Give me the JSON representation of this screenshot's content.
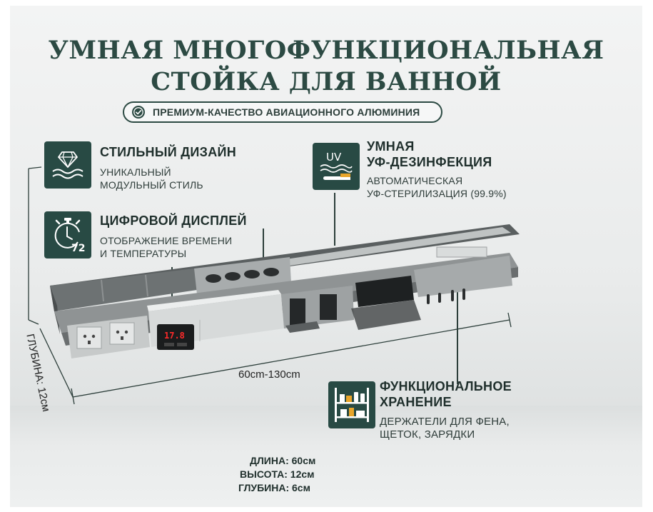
{
  "title": {
    "line1": "УМНАЯ МНОГОФУНКЦИОНАЛЬНАЯ",
    "line2": "СТОЙКА ДЛЯ ВАННОЙ"
  },
  "badge": {
    "icon": "check-badge-icon",
    "text": "ПРЕМИУМ-КАЧЕСТВО АВИАЦИОННОГО АЛЮМИНИЯ"
  },
  "features": {
    "design": {
      "icon": "diamond-waves-icon",
      "title": "СТИЛЬНЫЙ ДИЗАЙН",
      "line1": "УНИКАЛЬНЫЙ",
      "line2": "МОДУЛЬНЫЙ СТИЛЬ"
    },
    "display": {
      "icon": "stopwatch-icon",
      "icon_number": "72",
      "title": "ЦИФРОВОЙ ДИСПЛЕЙ",
      "line1": "ОТОБРАЖЕНИЕ ВРЕМЕНИ",
      "line2": "И ТЕМПЕРАТУРЫ"
    },
    "uv": {
      "icon": "uv-toothbrush-icon",
      "icon_label": "UV",
      "title1": "УМНАЯ",
      "title2": "УФ-ДЕЗИНФЕКЦИЯ",
      "line1": "АВТОМАТИЧЕСКАЯ",
      "line2": "УФ-СТЕРИЛИЗАЦИЯ (99.9%)"
    },
    "storage": {
      "icon": "shelf-bottles-icon",
      "title1": "ФУНКЦИОНАЛЬНОЕ",
      "title2": "ХРАНЕНИЕ",
      "line1": "ДЕРЖАТЕЛИ ДЛЯ ФЕНА,",
      "line2": "ЩЕТОК, ЗАРЯДКИ"
    }
  },
  "product": {
    "display_reading": "17.8",
    "width_label": "60cm-130cm",
    "depth_label": "ГЛУБИНА: 12см"
  },
  "specs": {
    "length": "ДЛИНА: 60см",
    "height": "ВЫСОТА: 12см",
    "depth": "ГЛУБИНА: 6см"
  },
  "colors": {
    "accent": "#284a44",
    "title": "#2c4a43",
    "led": "#ff2a2a"
  }
}
